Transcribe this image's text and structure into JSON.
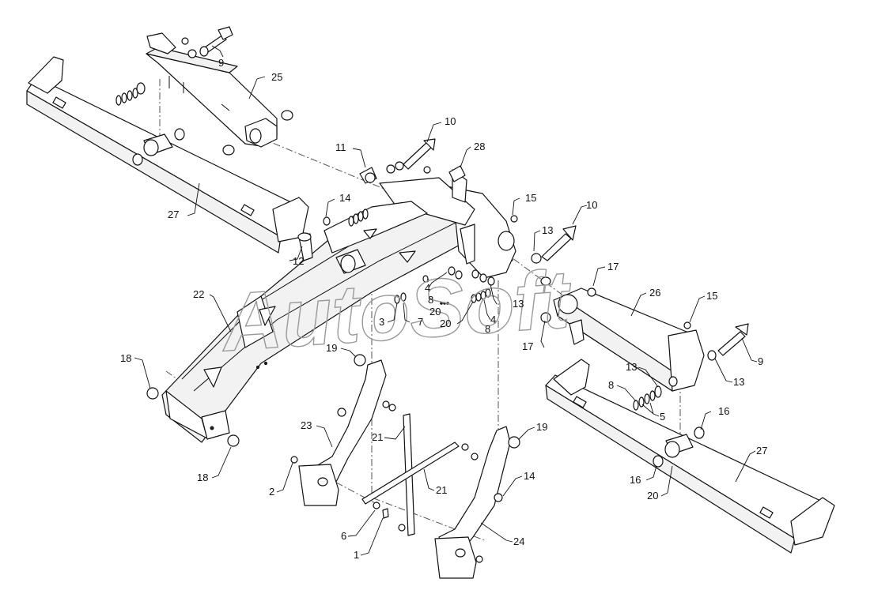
{
  "watermark": "AutoSoft",
  "callouts": [
    {
      "id": "c9a",
      "text": "9"
    },
    {
      "id": "c25",
      "text": "25"
    },
    {
      "id": "c10a",
      "text": "10"
    },
    {
      "id": "c28",
      "text": "28"
    },
    {
      "id": "c11",
      "text": "11"
    },
    {
      "id": "c14a",
      "text": "14"
    },
    {
      "id": "c15a",
      "text": "15"
    },
    {
      "id": "c10b",
      "text": "10"
    },
    {
      "id": "c27a",
      "text": "27"
    },
    {
      "id": "c13a",
      "text": "13"
    },
    {
      "id": "c12",
      "text": "12"
    },
    {
      "id": "c17a",
      "text": "17"
    },
    {
      "id": "c26",
      "text": "26"
    },
    {
      "id": "c15b",
      "text": "15"
    },
    {
      "id": "c22",
      "text": "22"
    },
    {
      "id": "c4a",
      "text": "4"
    },
    {
      "id": "c8a",
      "text": "8"
    },
    {
      "id": "c20a",
      "text": "20"
    },
    {
      "id": "c13b",
      "text": "13"
    },
    {
      "id": "c3",
      "text": "3"
    },
    {
      "id": "c7",
      "text": "7"
    },
    {
      "id": "c20b",
      "text": "20"
    },
    {
      "id": "c4b",
      "text": "4"
    },
    {
      "id": "c8b",
      "text": "8"
    },
    {
      "id": "c17b",
      "text": "17"
    },
    {
      "id": "c9b",
      "text": "9"
    },
    {
      "id": "c18a",
      "text": "18"
    },
    {
      "id": "c19a",
      "text": "19"
    },
    {
      "id": "c13c",
      "text": "13"
    },
    {
      "id": "c13d",
      "text": "13"
    },
    {
      "id": "c8c",
      "text": "8"
    },
    {
      "id": "c5",
      "text": "5"
    },
    {
      "id": "c23",
      "text": "23"
    },
    {
      "id": "c21a",
      "text": "21"
    },
    {
      "id": "c19b",
      "text": "19"
    },
    {
      "id": "c16a",
      "text": "16"
    },
    {
      "id": "c27b",
      "text": "27"
    },
    {
      "id": "c18b",
      "text": "18"
    },
    {
      "id": "c2",
      "text": "2"
    },
    {
      "id": "c21b",
      "text": "21"
    },
    {
      "id": "c14b",
      "text": "14"
    },
    {
      "id": "c16b",
      "text": "16"
    },
    {
      "id": "c20c",
      "text": "20"
    },
    {
      "id": "c6",
      "text": "6"
    },
    {
      "id": "c24",
      "text": "24"
    },
    {
      "id": "c1",
      "text": "1"
    }
  ]
}
